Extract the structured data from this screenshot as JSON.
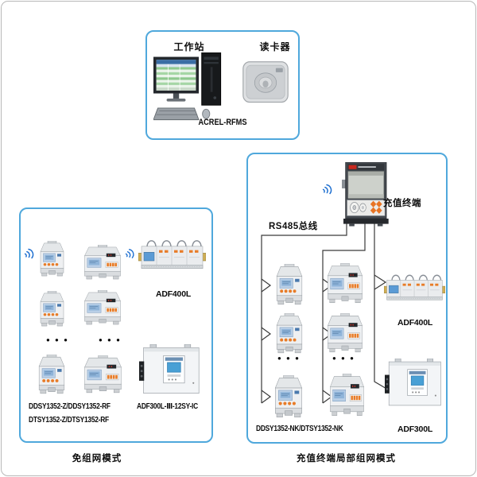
{
  "top_panel": {
    "workstation_label": "工作站",
    "reader_label": "读卡器",
    "system_name": "ACREL-RFMS"
  },
  "left_panel": {
    "adf400l_label": "ADF400L",
    "adf300l_label": "ADF300L-Ⅲ-12SY-IC",
    "meters_line1": "DDSY1352-Z/DDSY1352-RF",
    "meters_line2": "DTSY1352-Z/DTSY1352-RF",
    "ellipsis": "● ● ●",
    "caption": "免组网模式"
  },
  "right_panel": {
    "terminal_label": "充值终端",
    "bus_label": "RS485总线",
    "adf400l_label": "ADF400L",
    "adf300l_label": "ADF300L",
    "meters_label": "DDSY1352-NK/DTSY1352-NK",
    "ellipsis": "● ● ●",
    "caption": "充值终端局部组网模式"
  },
  "icons": {
    "wireless": ")))",
    "ellipsis": "● ● ●"
  },
  "colors": {
    "panel_border": "#4fa8dc",
    "wireless_blue": "#1e6fd0",
    "device_orange": "#e87c28",
    "connector_line": "#3a3a3a",
    "lcd_blue": "#8fb4d9",
    "terminal_dark": "#43484e"
  }
}
